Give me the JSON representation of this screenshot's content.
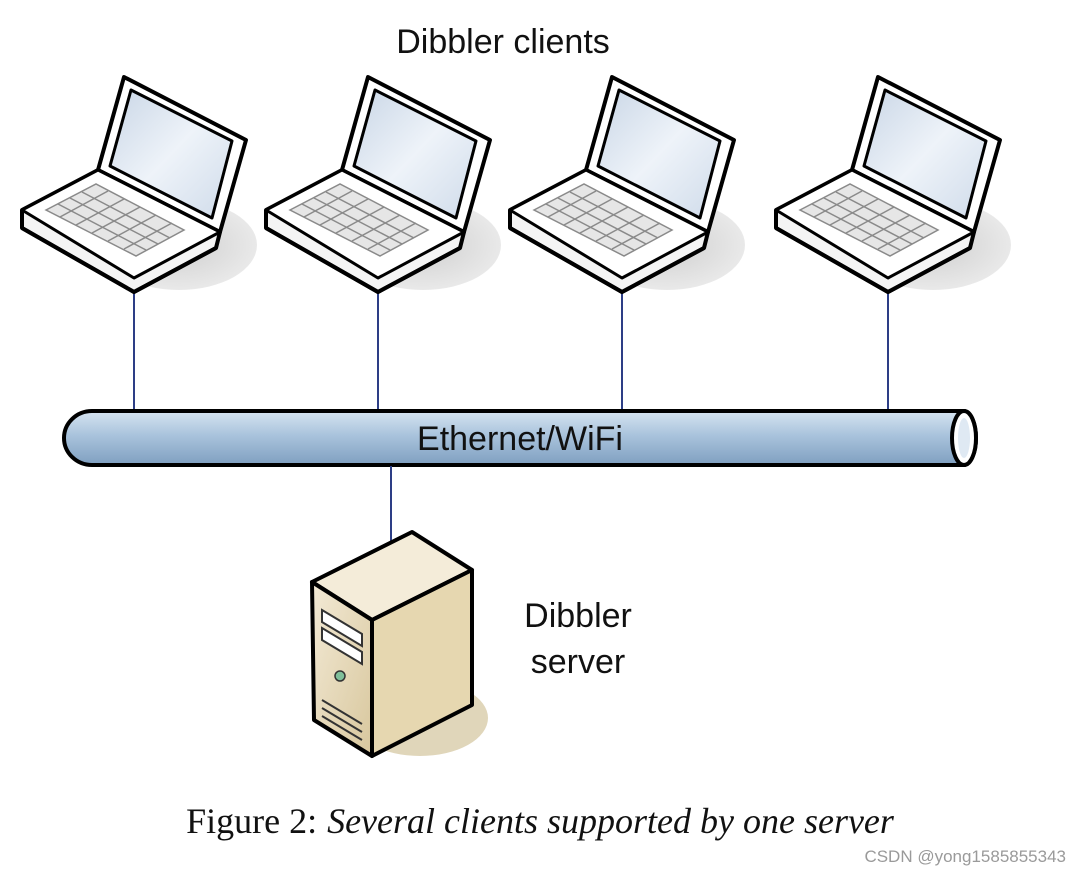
{
  "diagram": {
    "clients_label": "Dibbler clients",
    "network_label": "Ethernet/WiFi",
    "server_label_line1": "Dibbler",
    "server_label_line2": "server"
  },
  "caption": {
    "label": "Figure 2:",
    "text": "Several clients supported by one server"
  },
  "watermark": "CSDN @yong1585855343",
  "colors": {
    "cable_fill": "#a9c3dc",
    "cable_highlight": "#d6e4f1",
    "link_line": "#2d3e86",
    "server_body": "#e8dcc0",
    "server_shadow": "#d9c9a0",
    "screen": "#dfe8f2",
    "outline": "#000000"
  },
  "icons": [
    "laptop-icon",
    "server-tower-icon",
    "network-cable-icon"
  ]
}
